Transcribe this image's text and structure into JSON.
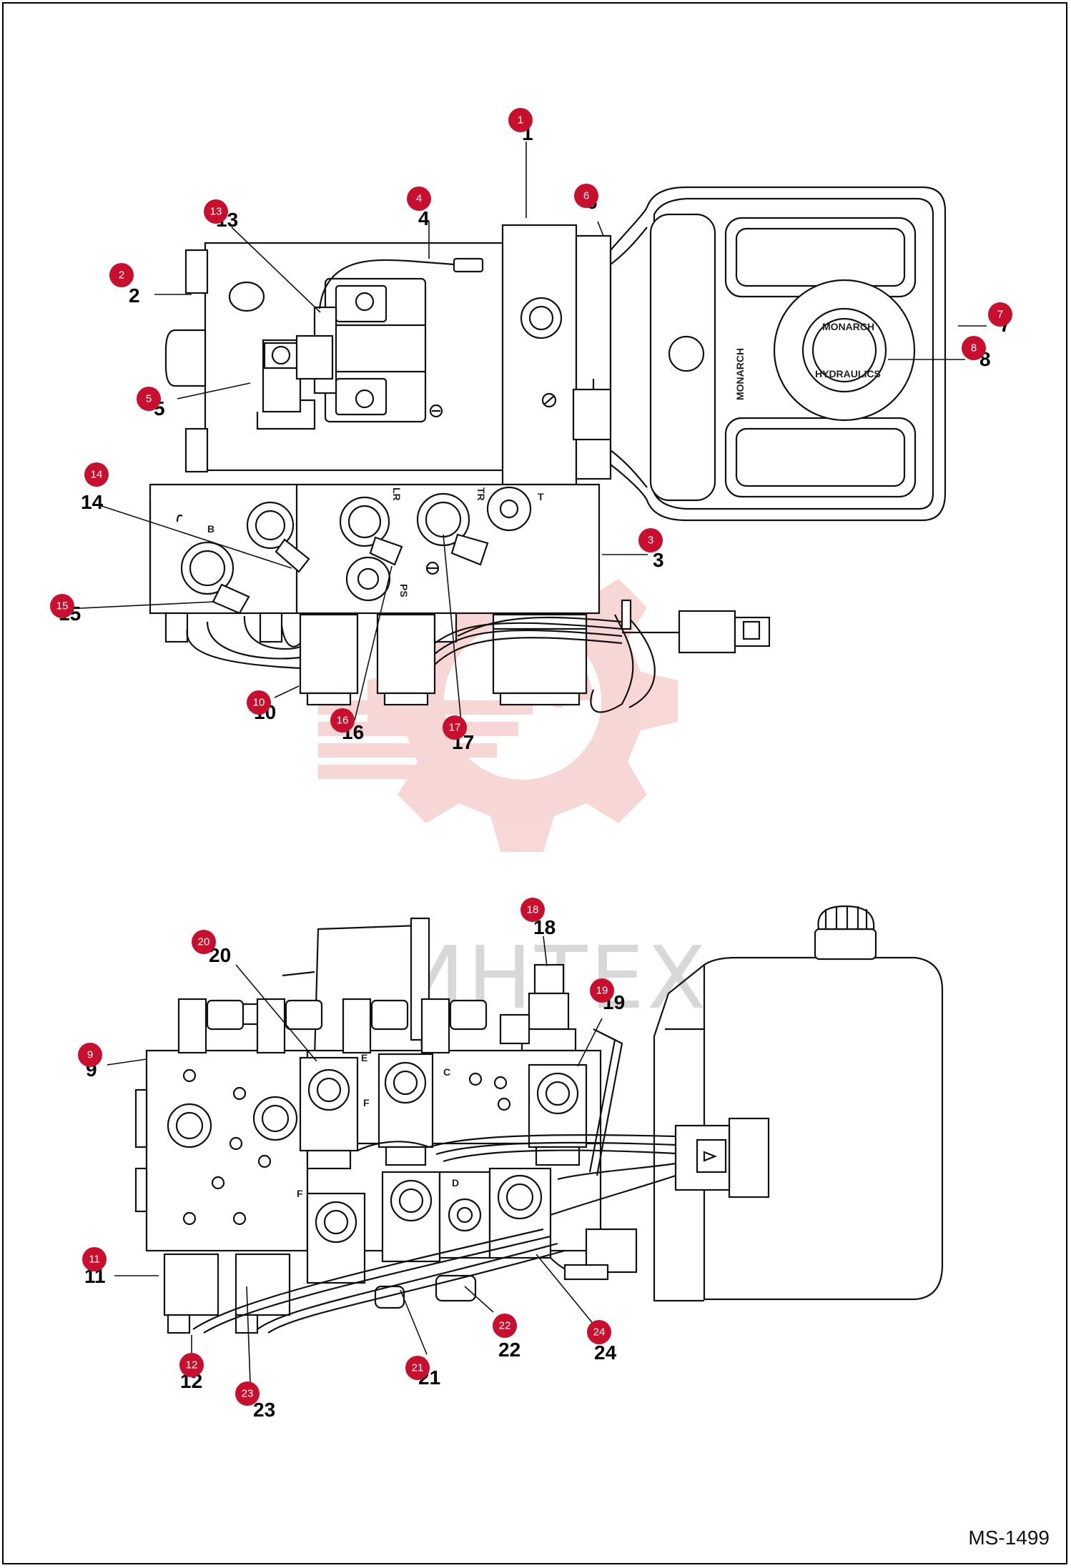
{
  "document_code": "MS-1499",
  "watermark_text": "ИНТЕХ",
  "brand_label": "MONARCH",
  "cap_text_top": "MONARCH",
  "cap_text_bottom": "HYDRAULICS",
  "port_labels": [
    "B",
    "LR",
    "PS",
    "TR",
    "T",
    "E",
    "F",
    "C",
    "D",
    "F"
  ],
  "callouts": [
    "1",
    "2",
    "3",
    "4",
    "5",
    "6",
    "7",
    "8",
    "9",
    "10",
    "11",
    "12",
    "13",
    "14",
    "15",
    "16",
    "17",
    "18",
    "19",
    "20",
    "21",
    "22",
    "23",
    "24"
  ],
  "colors": {
    "badge": "#c8102e",
    "watermark": "#f2b6b6",
    "line": "#111111"
  }
}
